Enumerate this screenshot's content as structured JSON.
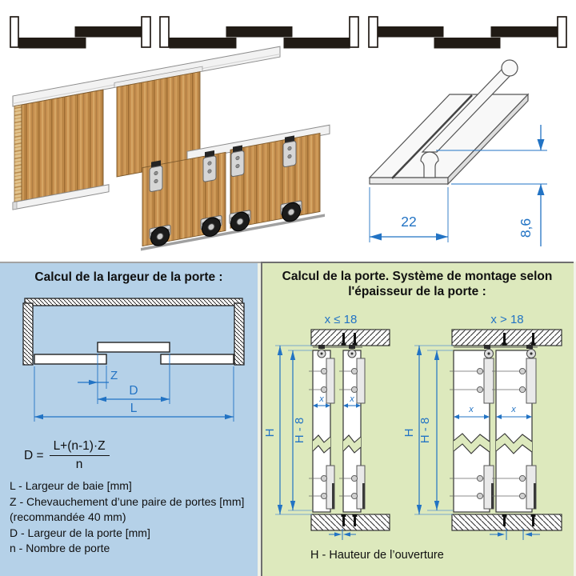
{
  "top_section": {
    "schematics": [
      "two-door-arrangement",
      "three-door-arrangement-a",
      "three-door-arrangement-b"
    ],
    "renders": [
      "sliding-doors-front",
      "sliding-doors-back-hardware"
    ],
    "profile": {
      "width": "22",
      "height": "8,6"
    }
  },
  "left_panel": {
    "title": "Calcul de la largeur de la porte :",
    "dims": {
      "z": "Z",
      "d": "D",
      "l": "L"
    },
    "formula": {
      "lhs": "D =",
      "numerator": "L+(n-1)·Z",
      "denominator": "n"
    },
    "legend": [
      "L - Largeur de baie [mm]",
      "Z - Chevauchement d’une paire de portes [mm]",
      "(recommandée 40 mm)",
      "D - Largeur de la porte [mm]",
      "n - Nombre de porte"
    ]
  },
  "right_panel": {
    "title_line1": "Calcul de la porte. Système de montage selon",
    "title_line2": "l'épaisseur de la porte :",
    "diagram_thin": {
      "label": "x ≤ 18",
      "h": "H",
      "h8": "H - 8",
      "x": "x"
    },
    "diagram_thick": {
      "label": "x > 18",
      "h": "H",
      "h8": "H - 8",
      "x": "x"
    },
    "footer": "H - Hauteur de l’ouverture"
  },
  "colors": {
    "left_panel_bg": "#b5d1e8",
    "right_panel_bg": "#dde9bd",
    "dimension_blue": "#2273c4",
    "wood_tone": "#c68f4e",
    "hardware_silver": "#d6d6d6",
    "schematic_black": "#211b15"
  }
}
